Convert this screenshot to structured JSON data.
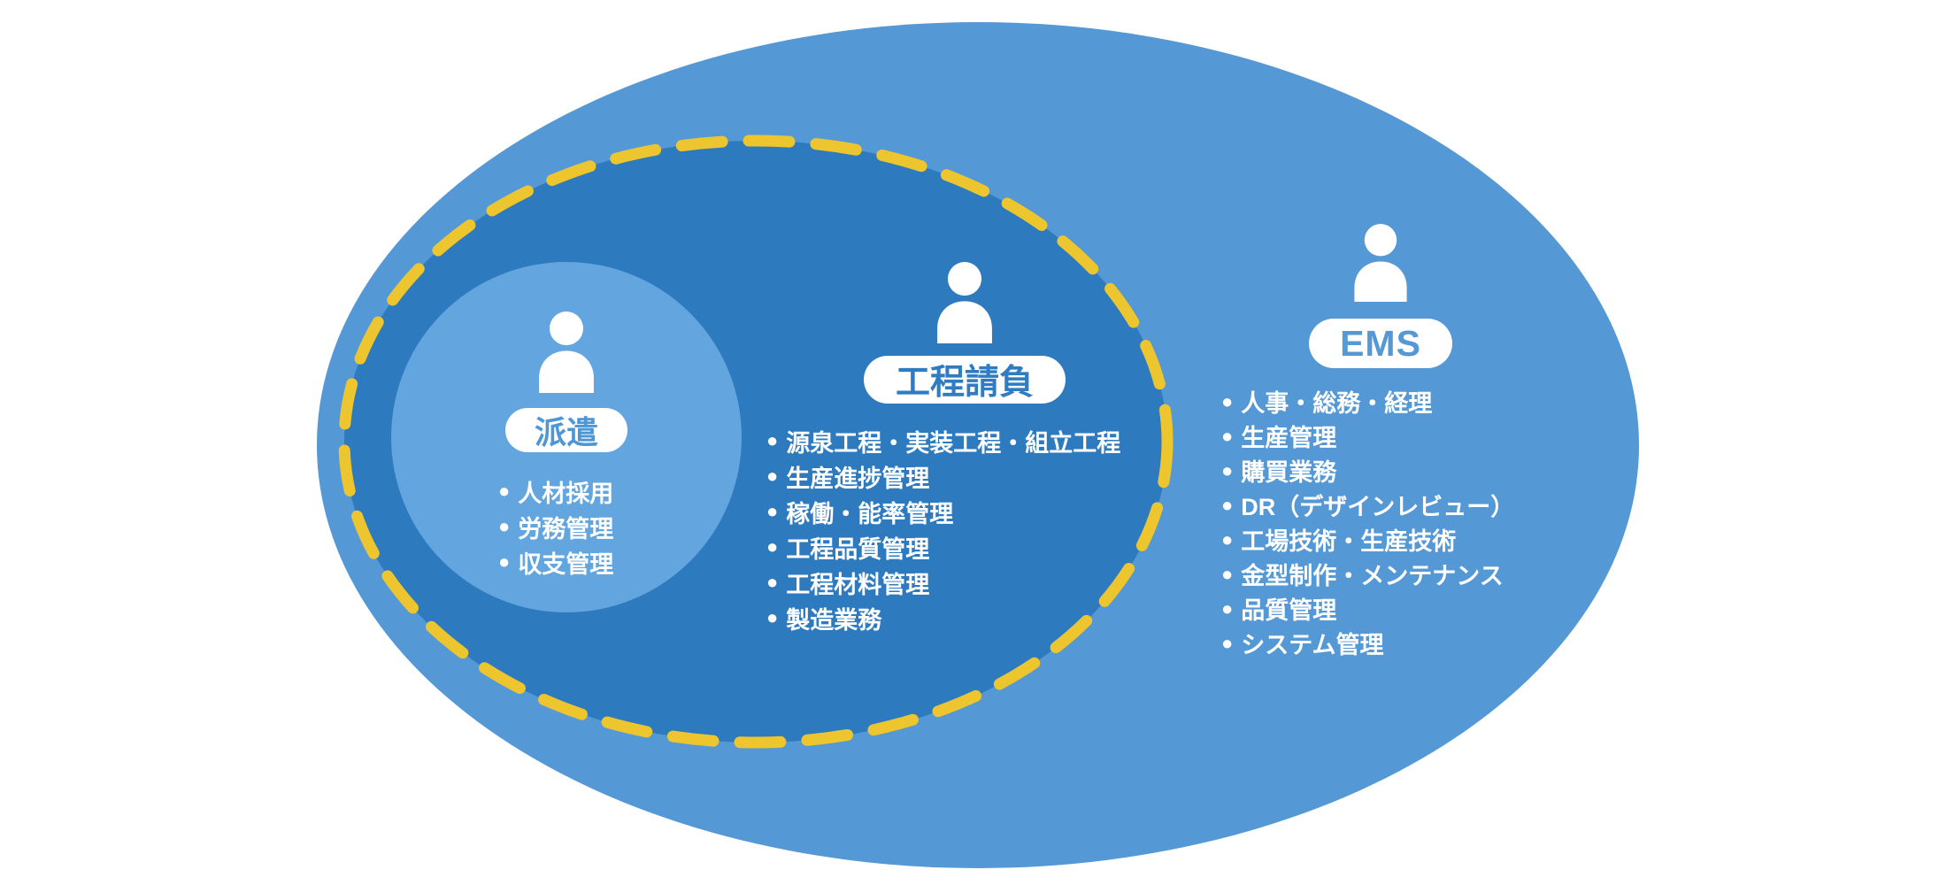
{
  "colors": {
    "outer_ellipse": "#5598D6",
    "middle_ellipse": "#2E7ABF",
    "inner_circle": "#63A5DF",
    "dashed_border": "#EDC52E",
    "pill_background": "#FFFFFF",
    "list_text": "#FFFFFF",
    "dispatch_label_text": "#4D97D7",
    "contract_label_text": "#2F7CC2",
    "ems_label_text": "#5598D6"
  },
  "icons": {
    "bullet": "●",
    "person": "person-silhouette"
  },
  "groups": [
    {
      "label": "派遣",
      "items": [
        "人材採用",
        "労務管理",
        "収支管理"
      ]
    },
    {
      "label": "工程請負",
      "items": [
        "源泉工程・実装工程・組立工程",
        "生産進捗管理",
        "稼働・能率管理",
        "工程品質管理",
        "工程材料管理",
        "製造業務"
      ]
    },
    {
      "label": "EMS",
      "items": [
        "人事・総務・経理",
        "生産管理",
        "購買業務",
        "DR（デザインレビュー）",
        "工場技術・生産技術",
        "金型制作・メンテナンス",
        "品質管理",
        "システム管理"
      ]
    }
  ]
}
